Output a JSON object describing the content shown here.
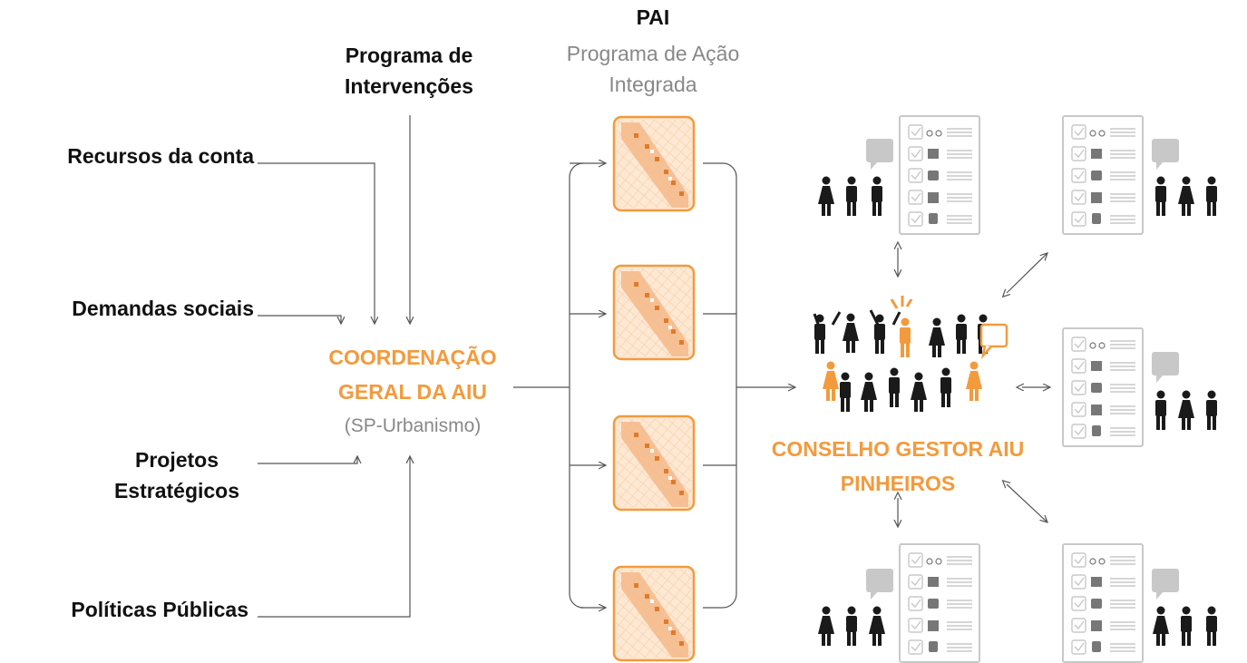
{
  "inputs": {
    "programa": "Programa de Intervenções",
    "recursos": "Recursos da conta",
    "demandas": "Demandas sociais",
    "projetos": "Projetos Estratégicos",
    "politicas": "Políticas Públicas"
  },
  "coordenacao": {
    "title": "COORDENAÇÃO GERAL DA AIU",
    "subtitle": "(SP-Urbanismo)"
  },
  "pai": {
    "title": "PAI",
    "subtitle": "Programa de Ação Integrada"
  },
  "conselho": {
    "title": "CONSELHO GESTOR AIU PINHEIROS"
  },
  "colors": {
    "accent": "#f39a3c",
    "line": "#555555",
    "icon_gray": "#c8c8c8",
    "people": "#1a1a1a"
  },
  "icons": {
    "map": "map-thumbnail-icon",
    "checklist": "checklist-icon",
    "speech": "speech-bubble-icon",
    "people": "people-group-icon",
    "crowd": "crowd-icon",
    "transport": [
      "bicycle-icon",
      "building-icon",
      "bus-icon",
      "tower-icon",
      "train-icon"
    ]
  }
}
